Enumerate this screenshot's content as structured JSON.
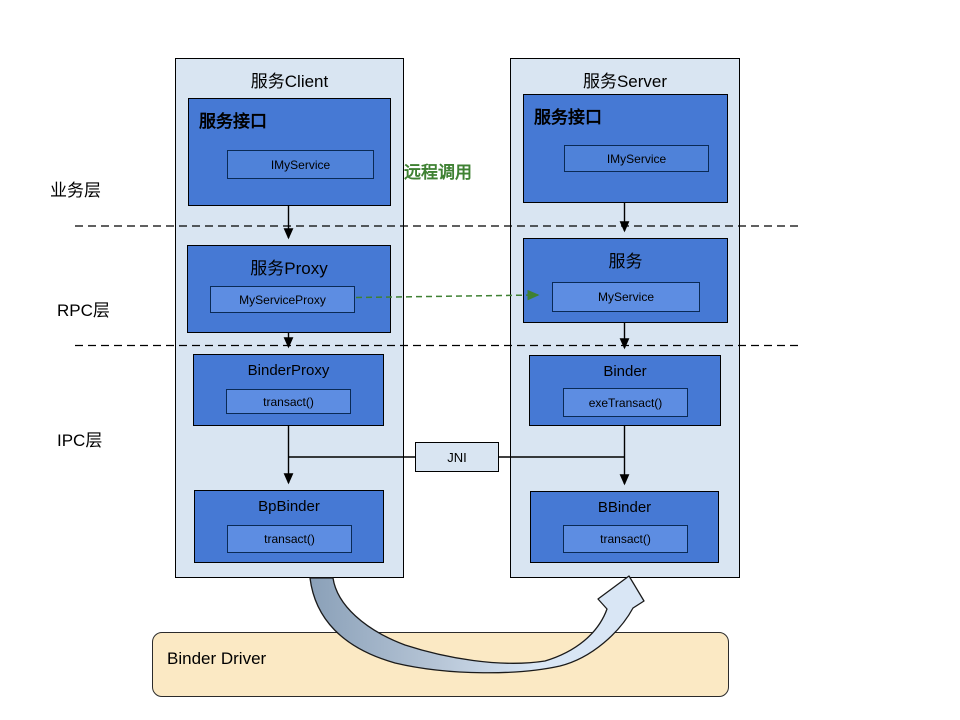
{
  "layers": {
    "business": "业务层",
    "rpc": "RPC层",
    "ipc": "IPC层"
  },
  "client": {
    "title": "服务Client",
    "interface": {
      "title": "服务接口",
      "impl": "IMyService"
    },
    "proxy": {
      "title": "服务Proxy",
      "impl": "MyServiceProxy"
    },
    "binder_proxy": {
      "title": "BinderProxy",
      "impl": "transact()"
    },
    "bp_binder": {
      "title": "BpBinder",
      "impl": "transact()"
    }
  },
  "server": {
    "title": "服务Server",
    "interface": {
      "title": "服务接口",
      "impl": "IMyService"
    },
    "service": {
      "title": "服务",
      "impl": "MyService"
    },
    "binder": {
      "title": "Binder",
      "impl": "exeTransact()"
    },
    "b_binder": {
      "title": "BBinder",
      "impl": "transact()"
    }
  },
  "annotations": {
    "remote_call": "远程调用",
    "jni": "JNI",
    "binder_driver": "Binder Driver"
  },
  "colors": {
    "container_fill": "#d9e5f2",
    "box_fill": "#4679d4",
    "inner_fill": "#5d8de2",
    "interface_inner_fill": "#4f82d9",
    "accent_green": "#3f8133",
    "driver_fill": "#fbe9c4",
    "swoosh_start": "#8aa0b8",
    "swoosh_mid": "#b6c5d6",
    "swoosh_end": "#d9e6f5"
  }
}
